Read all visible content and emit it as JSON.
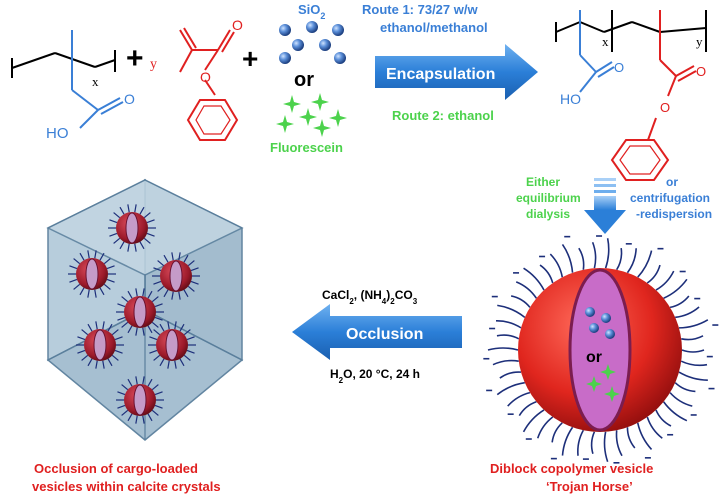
{
  "colors": {
    "blue": "#3a7fd6",
    "red": "#e02020",
    "green": "#4cd24c",
    "black": "#000000",
    "arrow_blue": "#2b7fd8",
    "crystal": "#a9c3d4",
    "vesicle_red": "#d22626",
    "cargo_pink": "#c86cc8"
  },
  "reactants": {
    "monomer1_x": "x",
    "monomer1_label": "HO",
    "monomer2_y": "y",
    "plus": "+",
    "silica_label": "SiO",
    "silica_sub": "2",
    "or": "or",
    "fluorescein_label": "Fluorescein"
  },
  "encapsulation": {
    "route1_line1": "Route 1: 73/27 w/w",
    "route1_line2": "ethanol/methanol",
    "arrow_label": "Encapsulation",
    "route2": "Route 2: ethanol"
  },
  "product": {
    "x": "x",
    "y": "y",
    "label": "HO"
  },
  "purification": {
    "left_line1": "Either",
    "left_line2": "equilibrium",
    "left_line3": "dialysis",
    "right_line1": "or",
    "right_line2": "centrifugation",
    "right_line3": "-redispersion"
  },
  "occlusion": {
    "reagents_a": "CaCl",
    "reagents_a_sub": "2",
    "reagents_b": ", (NH",
    "reagents_b_sub1": "4",
    "reagents_b_mid": ")",
    "reagents_b_sub2": "2",
    "reagents_b_end": "CO",
    "reagents_b_sub3": "3",
    "arrow_label": "Occlusion",
    "conditions_a": "H",
    "conditions_sub": "2",
    "conditions_b": "O,  20 °C, 24 h"
  },
  "vesicle": {
    "or": "or",
    "caption_line1": "Diblock copolymer vesicle",
    "caption_line2": "‘Trojan Horse’"
  },
  "crystal": {
    "caption_line1": "Occlusion of cargo-loaded",
    "caption_line2": "vesicles within calcite crystals"
  }
}
